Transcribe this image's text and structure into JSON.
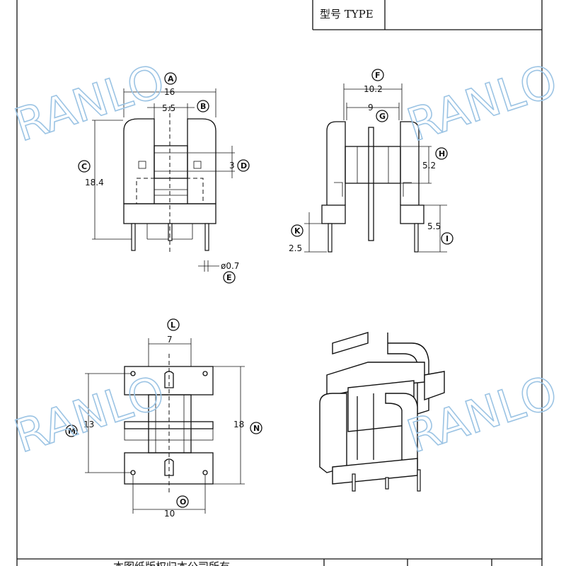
{
  "title_block": {
    "type_label": "型号 TYPE",
    "bottom_caption": "本图纸版权归本公司所有"
  },
  "watermark": {
    "text": "RANLO",
    "color": "#9cc4e4"
  },
  "front_view": {
    "A": "16",
    "B": "5.5",
    "C": "18.4",
    "D": "3",
    "E": "ø0.7"
  },
  "side_view": {
    "F": "10.2",
    "G": "9",
    "H": "5.2",
    "I": "5.5",
    "K": "2.5"
  },
  "bottom_view": {
    "L": "7",
    "M": "13",
    "N": "18",
    "O": "10"
  },
  "markers": {
    "A": "A",
    "B": "B",
    "C": "C",
    "D": "D",
    "E": "E",
    "F": "F",
    "G": "G",
    "H": "H",
    "I": "I",
    "K": "K",
    "L": "L",
    "M": "M",
    "N": "N",
    "O": "O"
  }
}
